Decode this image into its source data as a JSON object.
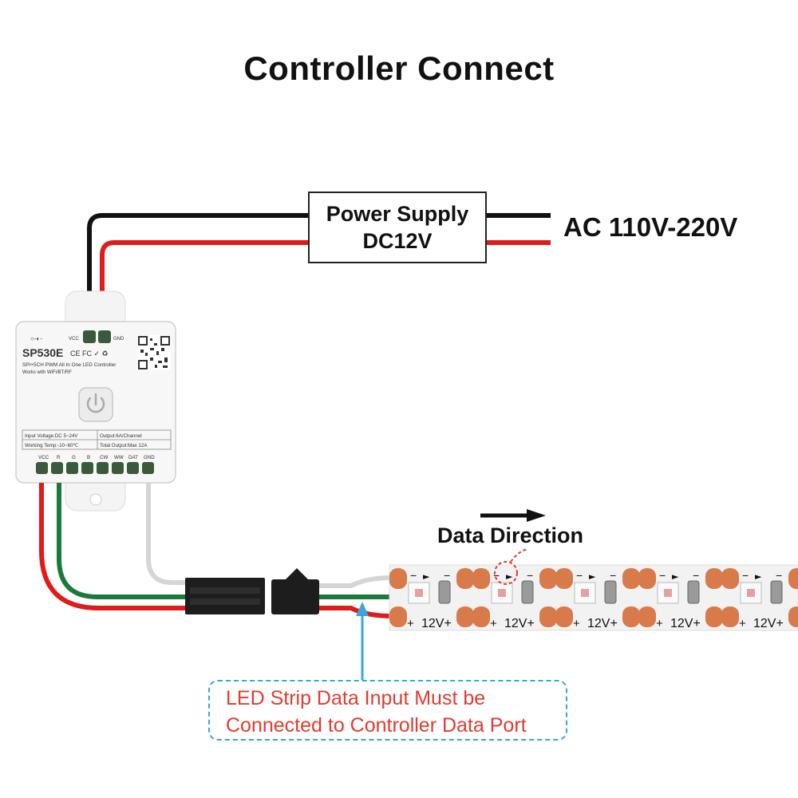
{
  "title": "Controller Connect",
  "power_supply": {
    "line1": "Power Supply",
    "line2": "DC12V"
  },
  "ac_input": "AC 110V-220V",
  "data_direction": "Data Direction",
  "note": {
    "line1": "LED Strip Data Input Must be",
    "line2": "Connected to Controller Data Port"
  },
  "controller": {
    "model": "SP530E",
    "subtitle": "SPI+5CH PWM All In One LED Controller",
    "compat": "Works with WiFi/BT/RF",
    "power_terminal_labels": [
      "VCC",
      "GND"
    ],
    "spec_cells": [
      "Input Voltage:DC 5~24V",
      "Output:6A/Channel",
      "Working Temp:-10~60℃",
      "Total Output:Max 12A"
    ],
    "terminal_labels": [
      "VCC",
      "R",
      "G",
      "B",
      "CW",
      "WW",
      "DAT",
      "GND"
    ]
  },
  "strip": {
    "voltage_label": "12V+",
    "minus": "−",
    "plus": "+"
  },
  "colors": {
    "red_wire": "#e11a1a",
    "black_wire": "#111111",
    "green_wire": "#1a7a3a",
    "white_wire": "#d5d5d5",
    "note_text": "#e23b30",
    "note_border": "#3aa7d8",
    "pad": "#d87a4a"
  },
  "icons": [
    "power-button-icon",
    "qr-code-icon",
    "arrow-right-icon",
    "dc-jack-icon"
  ]
}
